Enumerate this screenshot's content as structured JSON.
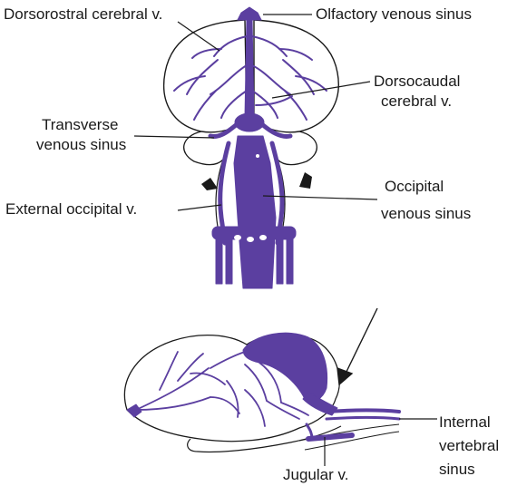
{
  "colors": {
    "vessel": "#5b3fa0",
    "outline": "#1a1a1a",
    "background": "#ffffff"
  },
  "labels": {
    "dorsorostral": "Dorsorostral cerebral v.",
    "olfactory": "Olfactory venous sinus",
    "dorsocaudal_line1": "Dorsocaudal",
    "dorsocaudal_line2": "cerebral v.",
    "transverse_line1": "Transverse",
    "transverse_line2": "venous sinus",
    "occipital_line1": "Occipital",
    "occipital_line2": "venous sinus",
    "external_occipital": "External occipital v.",
    "internal_line1": "Internal",
    "internal_line2": "vertebral",
    "internal_line3": "sinus",
    "jugular": "Jugular v."
  }
}
